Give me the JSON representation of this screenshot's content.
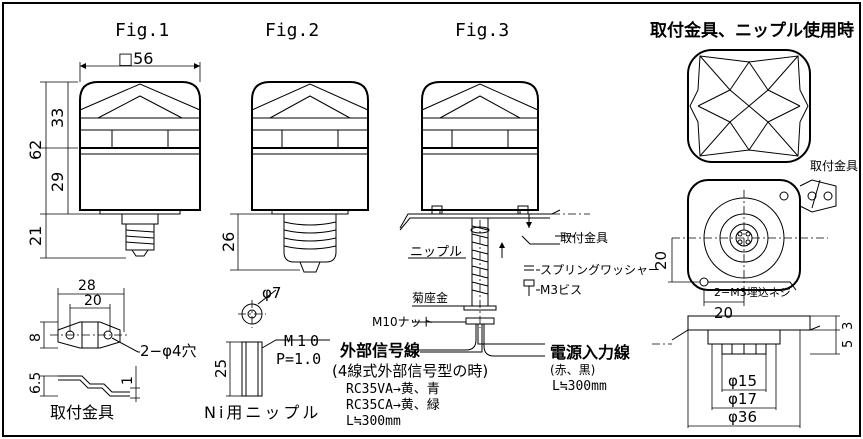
{
  "figures": {
    "fig1": "Fig.1",
    "fig2": "Fig.2",
    "fig3": "Fig.3",
    "fig4": "取付金具、ニップル使用時"
  },
  "dims": {
    "square56": "□56",
    "d33": "33",
    "d62": "62",
    "d29": "29",
    "d21": "21",
    "d26": "26",
    "d28": "28",
    "d20a": "20",
    "d8": "8",
    "hole": "2−φ4穴",
    "d65": "6.5",
    "d1": "1",
    "phi7": "φ7",
    "m10": "M10",
    "pitch": "P=1.0",
    "d25": "25",
    "d20v": "20",
    "d20h": "20",
    "d3": "3",
    "d5": "5",
    "phi15": "φ15",
    "phi17": "φ17",
    "phi36": "φ36"
  },
  "labels": {
    "bracket": "取付金具",
    "nipple_label": "Ni用ニップル",
    "bracket3": "取付金具",
    "nipple": "ニップル",
    "spring": "スプリングワッシャー",
    "m3screw": "M3ビス",
    "kikuza": "菊座金",
    "m10nut": "M10ナット",
    "ext_signal": "外部信号線",
    "four_wire": "(4線式外部信号型の時)",
    "rc35va": "RC35VA→黄、青",
    "rc35ca": "RC35CA→黄、緑",
    "len1": "L≒300mm",
    "power": "電源入力線",
    "power_colors": "(赤、黒)",
    "len2": "L≒300mm",
    "bracket4": "取付金具",
    "m3tap": "2−M3埋込ネジ"
  }
}
